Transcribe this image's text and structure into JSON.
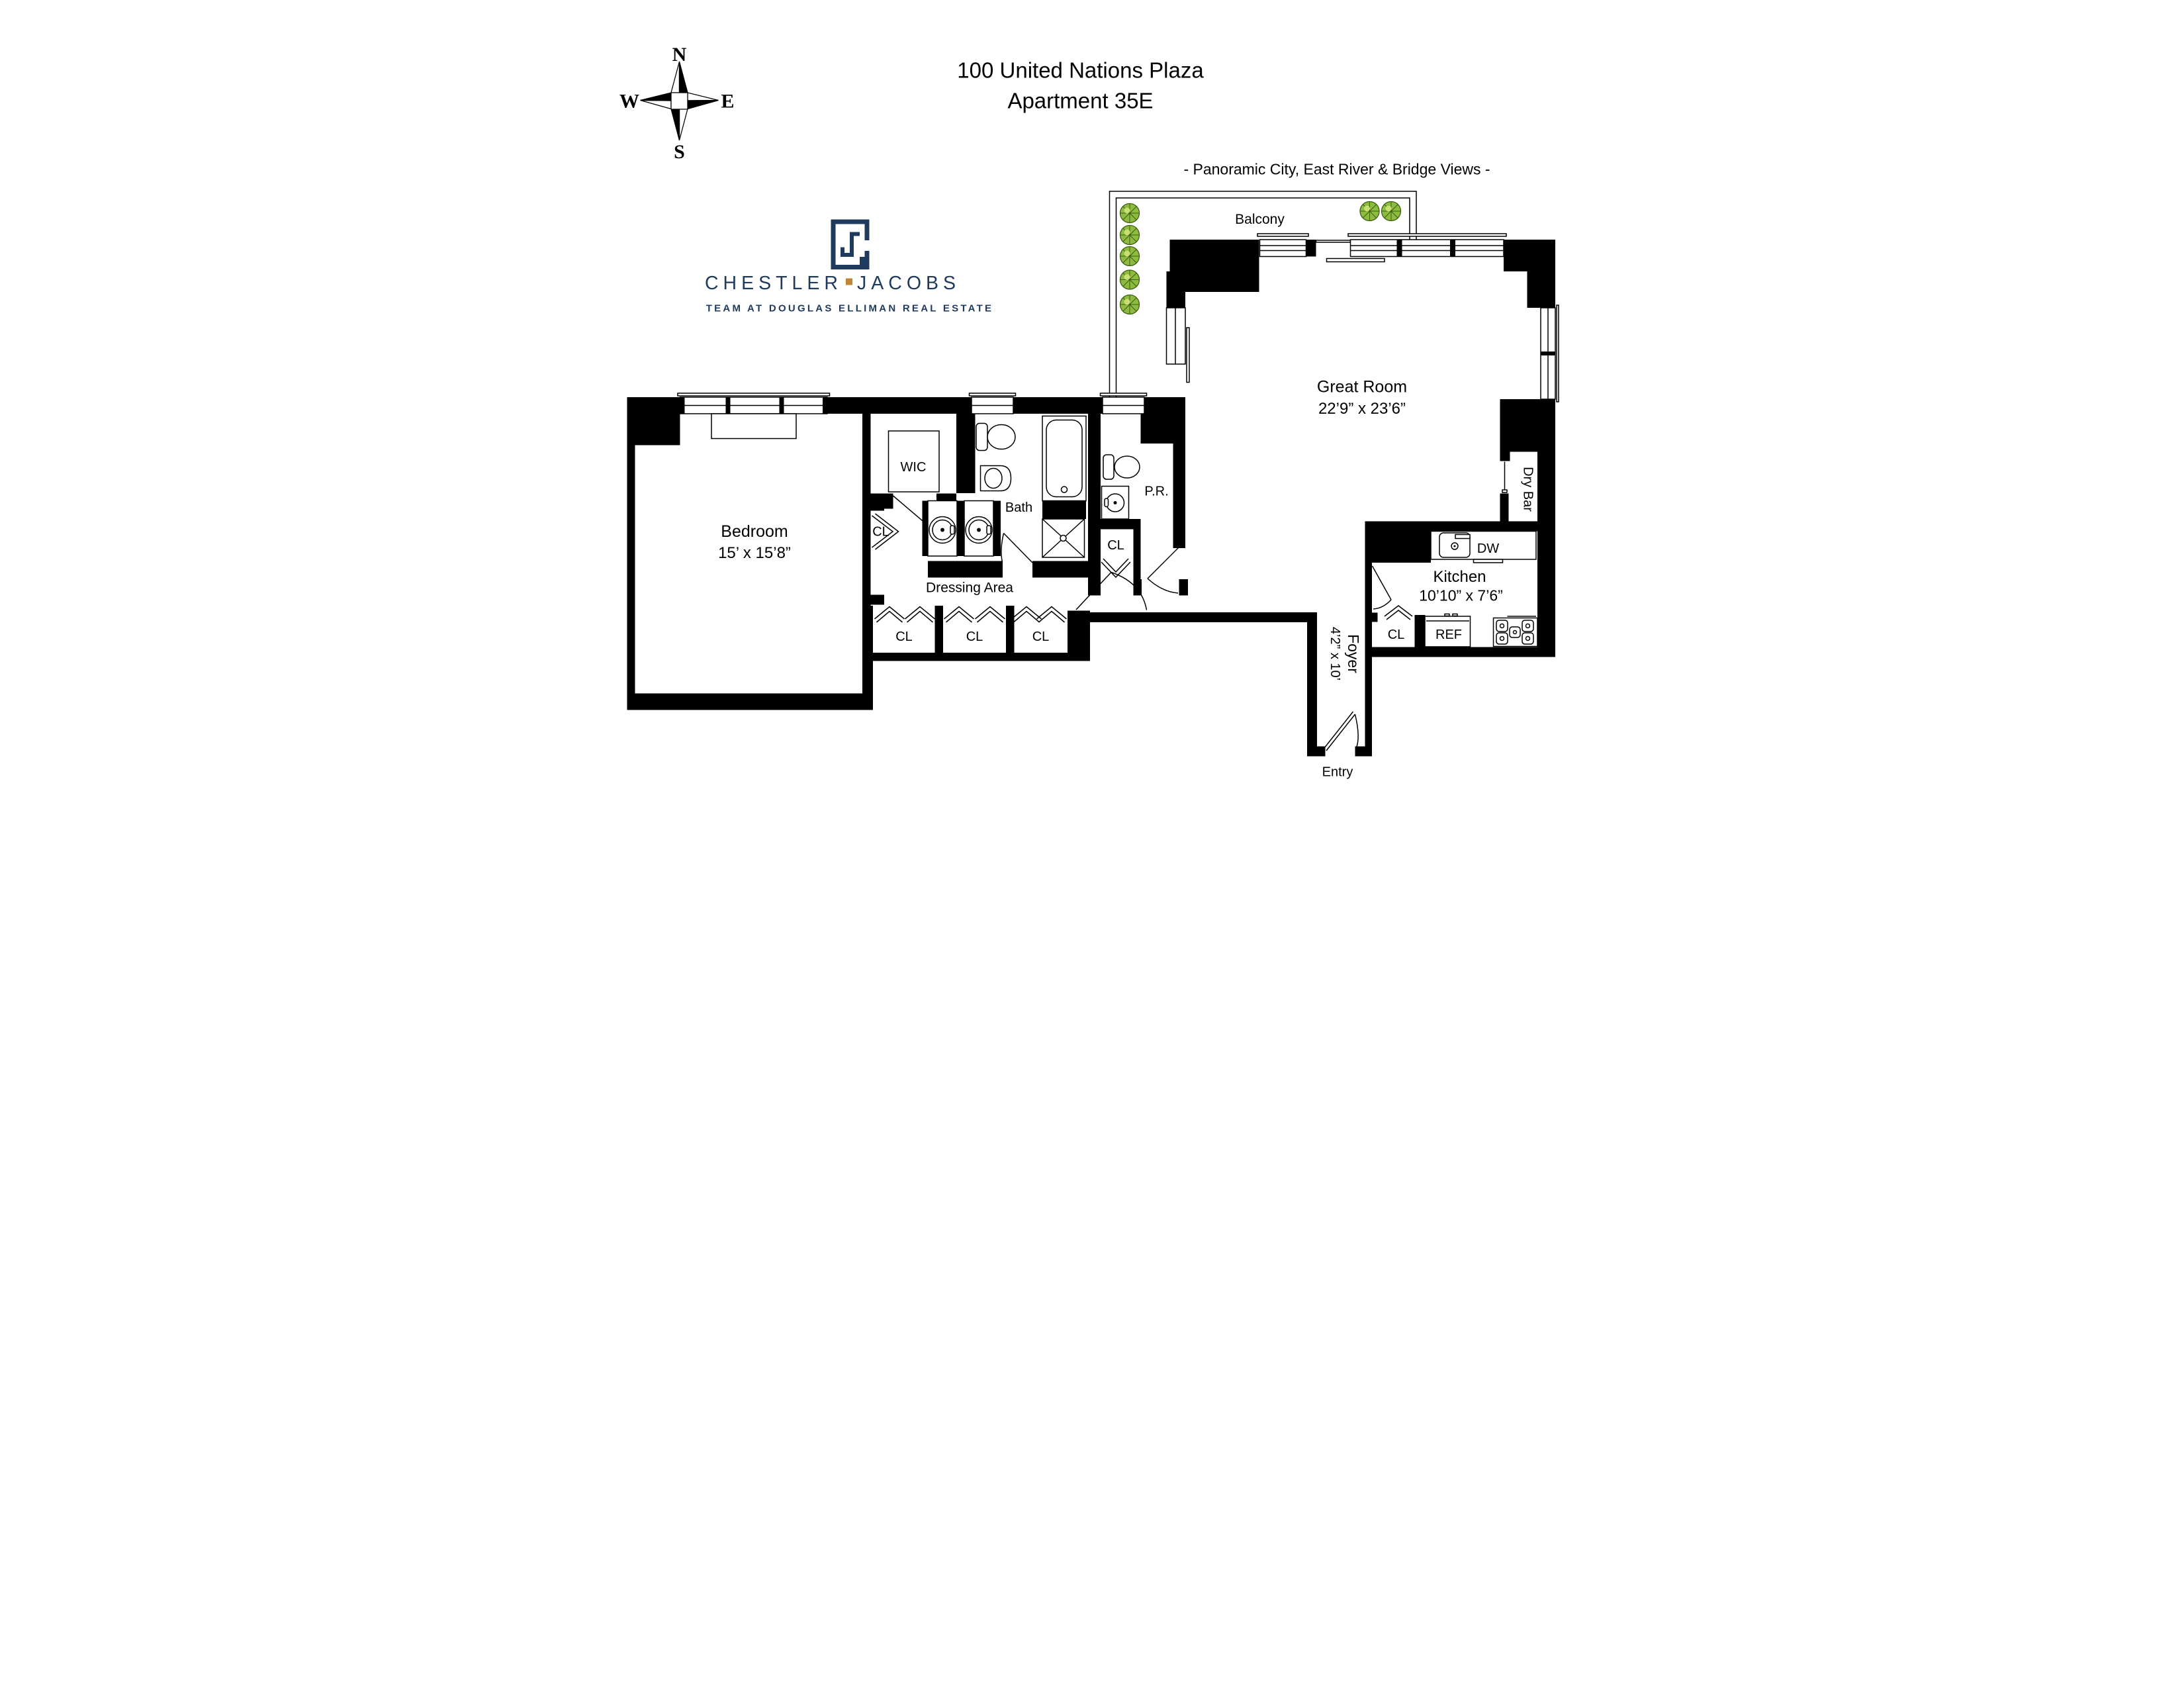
{
  "header": {
    "title_line1": "100 United Nations Plaza",
    "title_line2": "Apartment 35E",
    "subtitle": "- Panoramic City, East River & Bridge Views -"
  },
  "compass": {
    "n": "N",
    "s": "S",
    "e": "E",
    "w": "W"
  },
  "logo": {
    "word_left": "CHESTLER",
    "word_right": "JACOBS",
    "tagline": "TEAM AT DOUGLAS ELLIMAN REAL ESTATE",
    "navy": "#1E3A5C",
    "gold": "#C08434"
  },
  "plan": {
    "balcony_label": "Balcony",
    "great_room_label": "Great Room",
    "great_room_dims": "22’9” x 23’6”",
    "bedroom_label": "Bedroom",
    "bedroom_dims": "15’ x 15’8”",
    "wic_label": "WIC",
    "bath_label": "Bath",
    "pr_label": "P.R.",
    "dressing_label": "Dressing Area",
    "kitchen_label": "Kitchen",
    "kitchen_dims": "10’10” x 7’6”",
    "foyer_label": "Foyer",
    "foyer_dims": "4’2” x 10’",
    "dry_bar_label": "Dry Bar",
    "entry_label": "Entry",
    "closet_label": "CL",
    "dishwasher_label": "DW",
    "refrigerator_label": "REF",
    "wall_color": "#000000",
    "tree_green": "#8DBB3F"
  }
}
